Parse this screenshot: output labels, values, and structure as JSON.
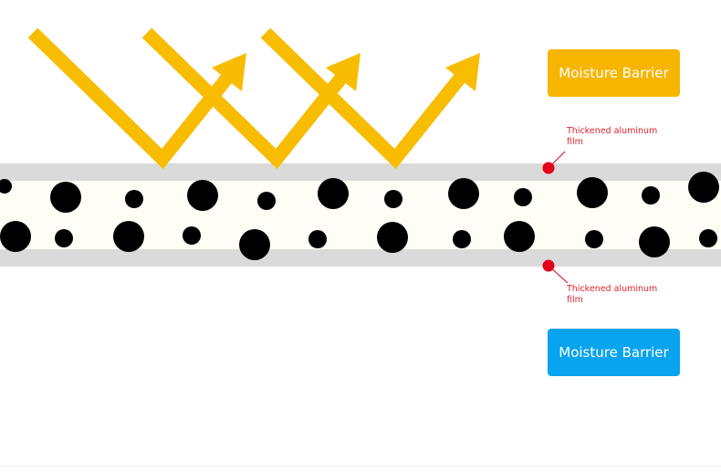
{
  "labels": {
    "top_badge": "Moisture Barrier",
    "bottom_badge": "Moisture Barrier",
    "top_callout": "Thickened aluminum film",
    "bottom_callout": "Thickened aluminum film"
  },
  "colors": {
    "arrow": "#F8BC00",
    "top_badge_bg": "#F7B500",
    "bottom_badge_bg": "#08A4EF",
    "film": "#DADADA",
    "core": "#FFFDF6",
    "dot": "#000000",
    "marker": "#E2001A",
    "callout_text": "#D9232E"
  },
  "icons": {
    "reflection": "arrow-zigzag-icon",
    "marker": "red-dot-marker-icon"
  }
}
